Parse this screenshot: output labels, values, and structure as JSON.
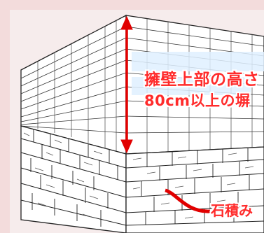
{
  "labels": {
    "line1": "擁壁上部の高さ",
    "line2": "80cm以上の塀",
    "stone": "石積み"
  },
  "colors": {
    "accent": "#ff2b2b",
    "arrow": "#e10000",
    "background": "#f6ecec",
    "labelBox": "#dff0ff"
  },
  "icons": {
    "height-arrow": "double-headed-vertical-arrow",
    "callout-curve": "curved-pointer"
  }
}
